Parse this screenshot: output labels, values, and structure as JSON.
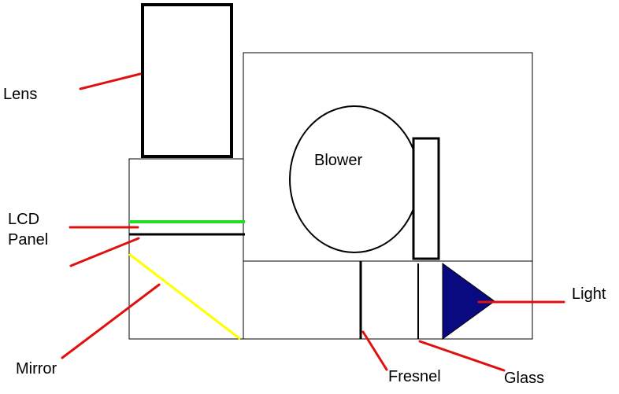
{
  "labels": {
    "lens": "Lens",
    "lcd_line1": "LCD",
    "lcd_line2": "Panel",
    "blower": "Blower",
    "mirror": "Mirror",
    "fresnel": "Fresnel",
    "glass": "Glass",
    "light": "Light"
  },
  "colors": {
    "outline": "#000000",
    "leader_lines": "#e01010",
    "lcd_panel": "#22dd22",
    "mirror": "#ffff00",
    "light_source": "#0a0a80"
  }
}
